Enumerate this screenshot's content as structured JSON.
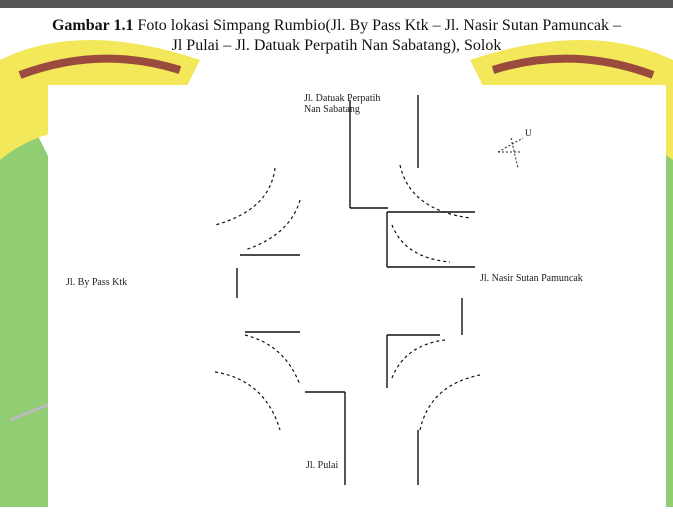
{
  "caption": {
    "label": "Gambar 1.1",
    "line1": " Foto lokasi Simpang Rumbio(Jl. By Pass Ktk – Jl. Nasir Sutan Pamuncak –",
    "line2": "Jl Pulai – Jl. Datuak Perpatih Nan Sabatang), Solok"
  },
  "map": {
    "north_label": "U",
    "roads": {
      "north_line1": "Jl. Datuak Perpatih",
      "north_line2": "Nan Sabatang",
      "west": "Jl. By Pass Ktk",
      "east": "Jl. Nasir Sutan Pamuncak",
      "south": "Jl. Pulai"
    }
  },
  "colors": {
    "background_green": "#7cc45a",
    "background_yellow": "#f3e85a",
    "background_maroon": "#9b4a3e"
  }
}
